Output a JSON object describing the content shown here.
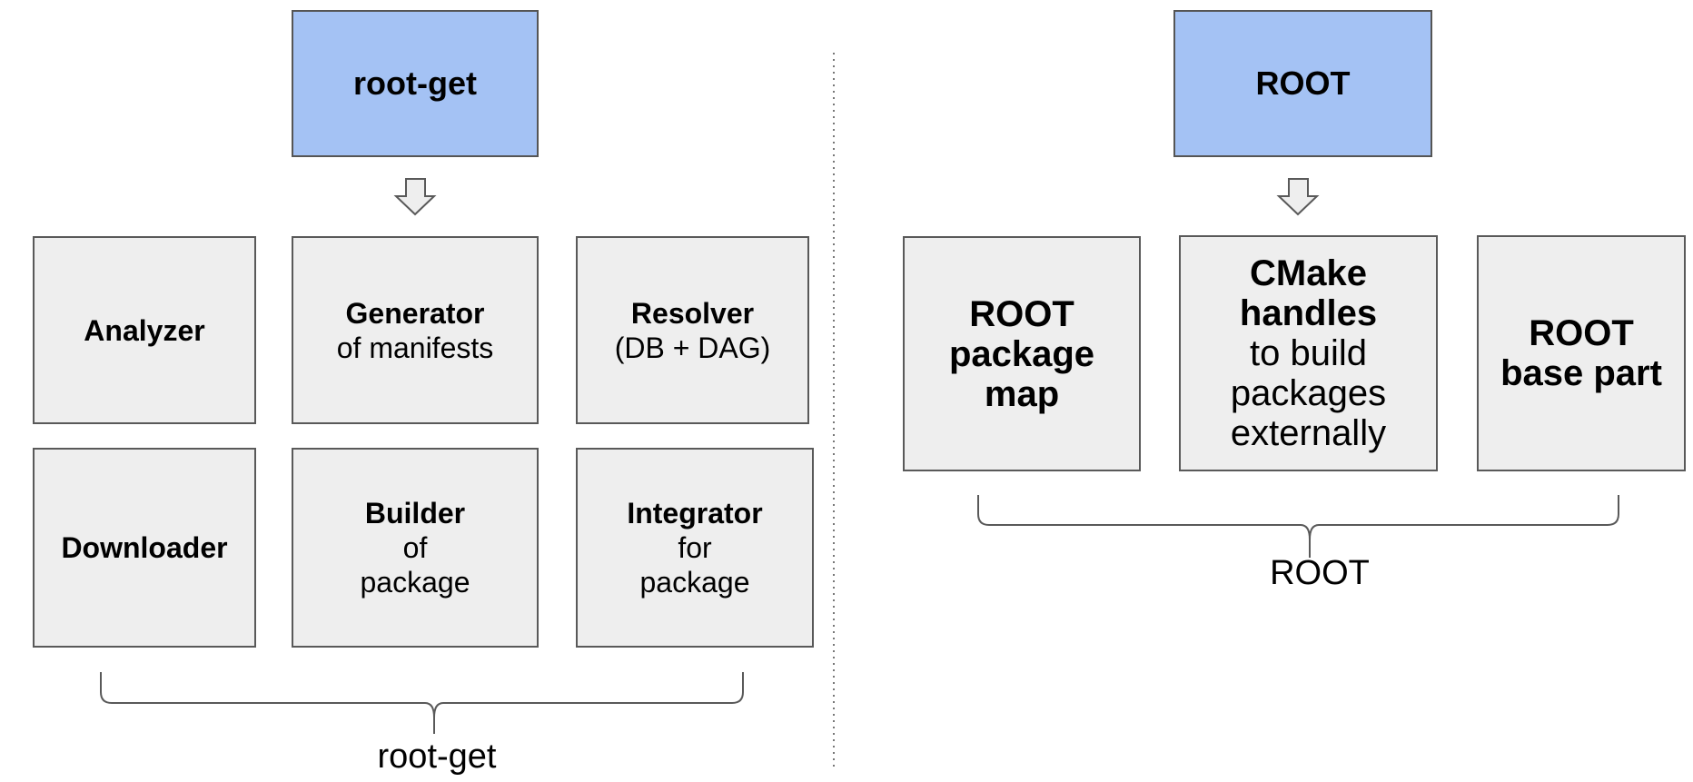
{
  "left": {
    "top_box": "root-get",
    "boxes": [
      {
        "bold": "Analyzer",
        "sub": ""
      },
      {
        "bold": "Generator",
        "sub": "of manifests"
      },
      {
        "bold": "Resolver",
        "sub": "(DB + DAG)"
      },
      {
        "bold": "Downloader",
        "sub": ""
      },
      {
        "bold": "Builder",
        "sub1": "of",
        "sub2": "package"
      },
      {
        "bold": "Integrator",
        "sub1": "for",
        "sub2": "package"
      }
    ],
    "brace_label": "root-get"
  },
  "right": {
    "top_box": "ROOT",
    "boxes": [
      {
        "bold1": "ROOT",
        "bold2": "package",
        "bold3": "map"
      },
      {
        "bold1": "CMake",
        "bold2": "handles",
        "sub1": "to build",
        "sub2": "packages",
        "sub3": "externally"
      },
      {
        "bold1": "ROOT",
        "bold2": "base part"
      }
    ],
    "brace_label": "ROOT"
  },
  "colors": {
    "top_fill": "#a4c2f4",
    "box_fill": "#eeeeee",
    "border": "#595959"
  }
}
